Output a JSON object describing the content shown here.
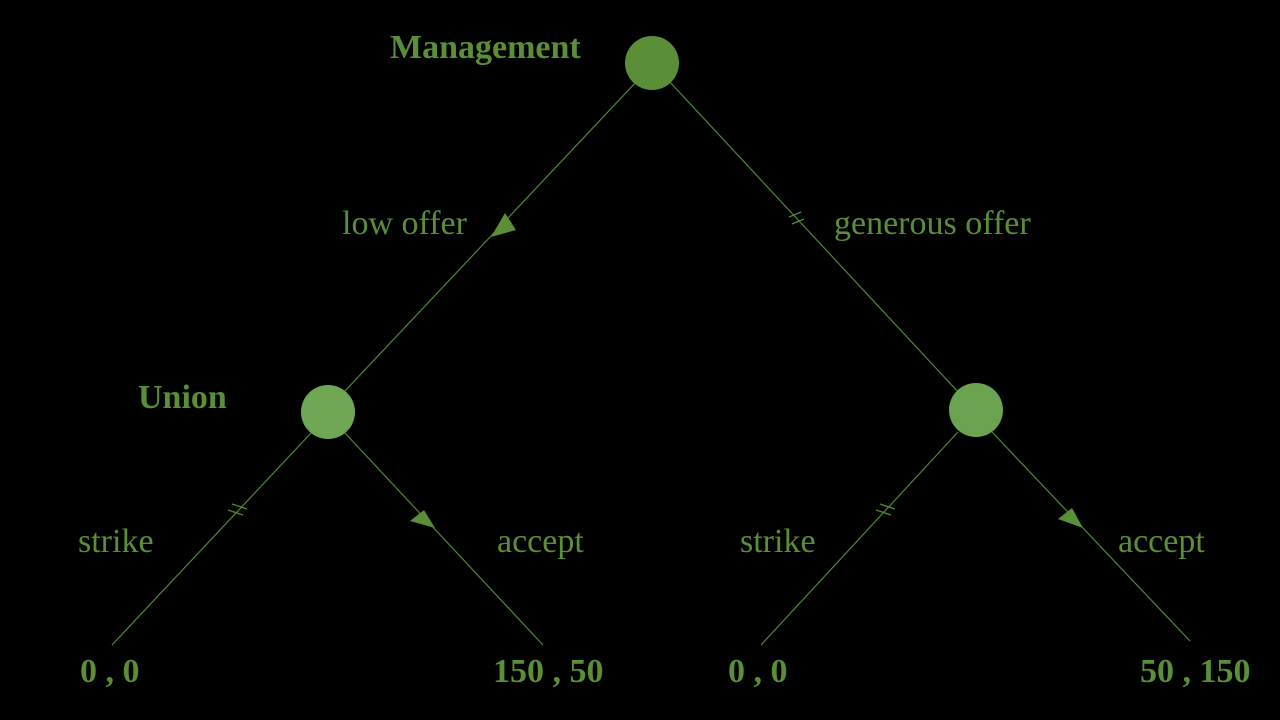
{
  "colors": {
    "background": "#000000",
    "text": "#5a8f37",
    "node_top": "#5a8f37",
    "node_union": "#6fa654",
    "node_right": "#6ca350",
    "edge": "#4e8a2f"
  },
  "players": {
    "management": "Management",
    "union": "Union"
  },
  "moves": {
    "low_offer": "low offer",
    "generous_offer": "generous offer",
    "left_strike": "strike",
    "left_accept": "accept",
    "right_strike": "strike",
    "right_accept": "accept"
  },
  "payoffs": {
    "low_strike": "0 , 0",
    "low_accept": "150 , 50",
    "generous_strike": "0 , 0",
    "generous_accept": "50 , 150"
  },
  "indicators": {
    "chosen_marker": "arrow-icon",
    "rejected_marker": "double-tick-icon"
  }
}
